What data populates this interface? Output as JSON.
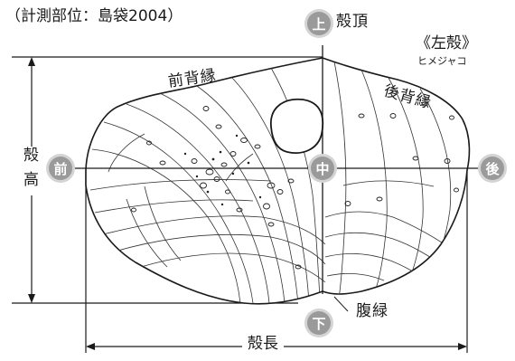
{
  "figure": {
    "title": "（計測部位：島袋2004）",
    "shell_side": "《左殻》",
    "species": "ヒメジャコ",
    "labels": {
      "umbo": "殻頂",
      "anterior_dorsal_margin": "前背縁",
      "posterior_dorsal_margin": "後背縁",
      "ventral_margin": "腹緑",
      "height": "殻高",
      "length": "殻長"
    },
    "markers": {
      "top": "上",
      "bottom": "下",
      "front": "前",
      "back": "後",
      "center": "中"
    },
    "colors": {
      "marker_fill": "#9a9a9a",
      "line": "#1a1a1a"
    }
  }
}
